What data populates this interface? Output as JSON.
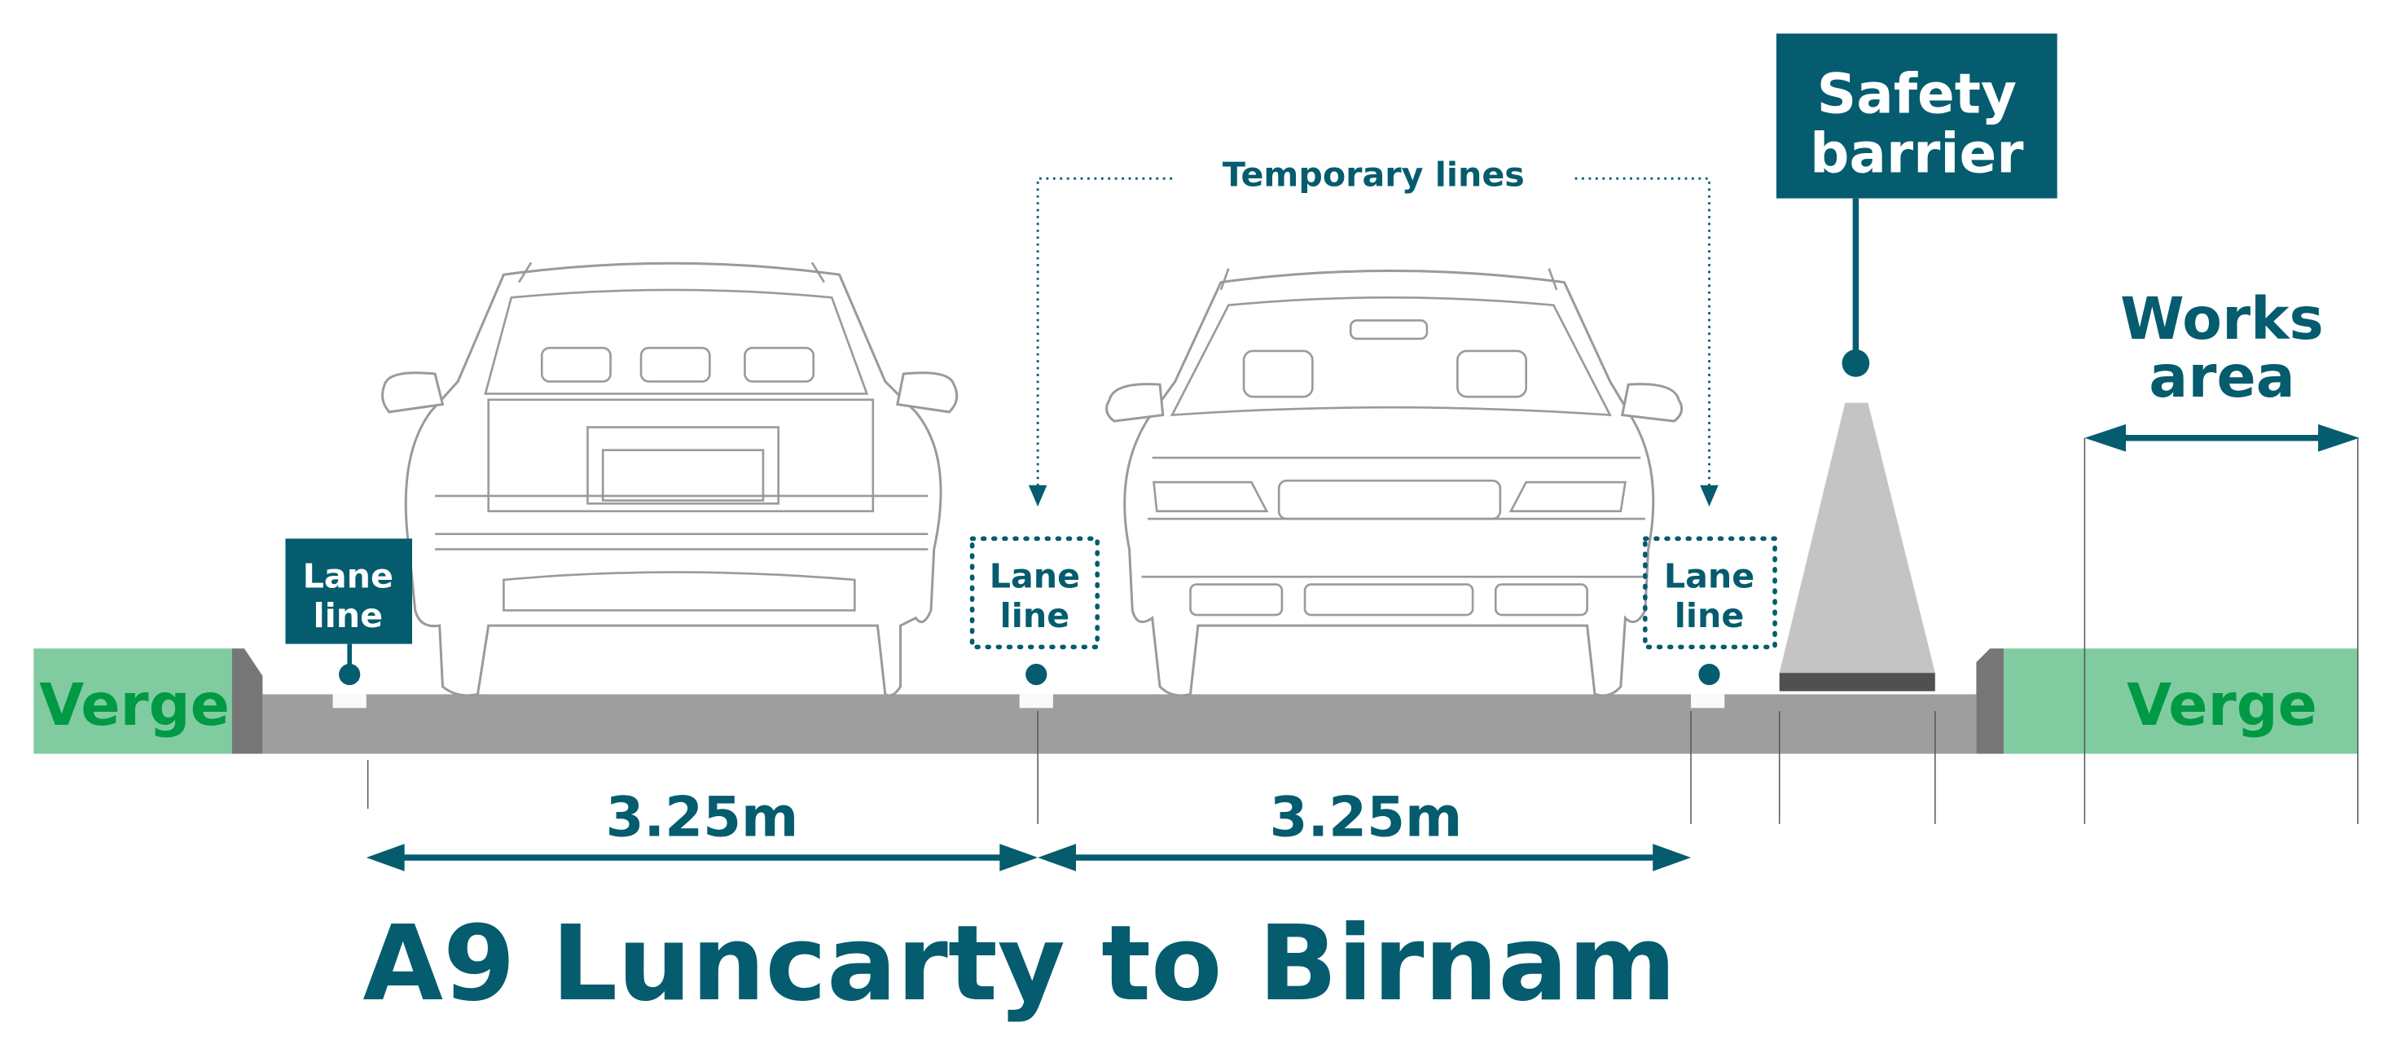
{
  "title": "A9 Luncarty to Birnam",
  "labels": {
    "verge_left": "Verge",
    "verge_right": "Verge",
    "lane_line_1": [
      "Lane",
      "line"
    ],
    "lane_line_2": [
      "Lane",
      "line"
    ],
    "lane_line_3": [
      "Lane",
      "line"
    ],
    "temporary_lines": "Temporary lines",
    "safety_barrier": [
      "Safety",
      "barrier"
    ],
    "works_area": [
      "Works",
      "area"
    ]
  },
  "dimensions": {
    "lane_1_width": "3.25m",
    "lane_2_width": "3.25m"
  },
  "colors": {
    "teal": "#045c6e",
    "verge_fill": "#80cca0",
    "verge_text": "#009a44",
    "road": "#9e9e9e",
    "curb": "#767676",
    "barrier": "#c4c4c4",
    "barrier_base": "#505050"
  }
}
